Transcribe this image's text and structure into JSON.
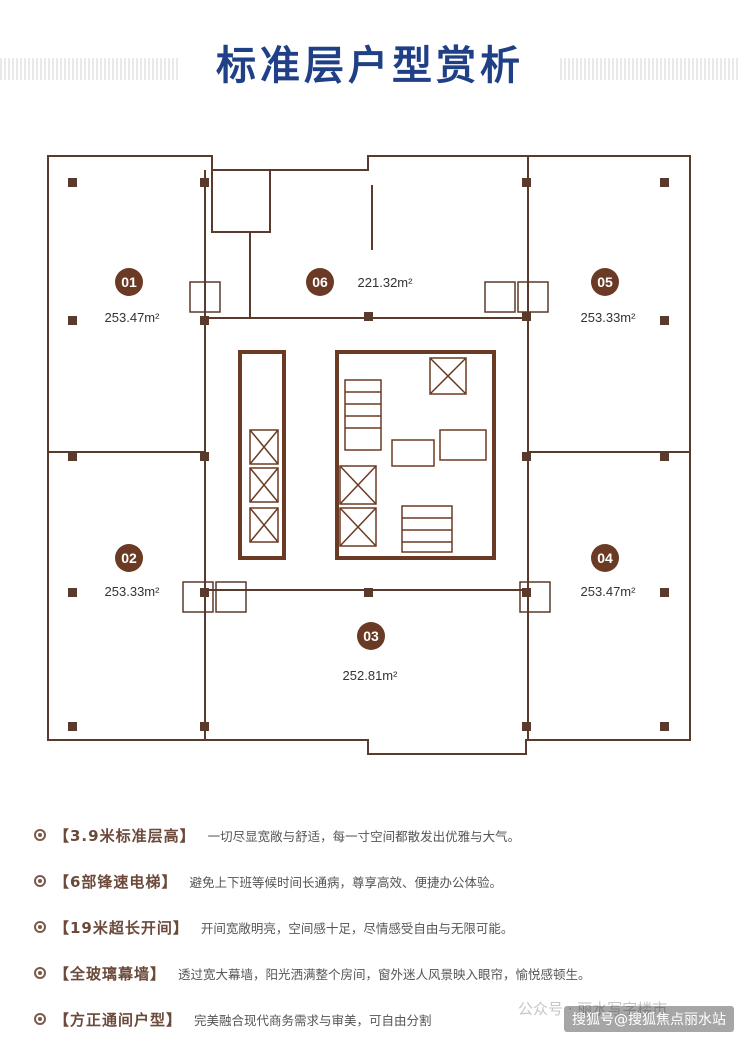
{
  "header": {
    "title": "标准层户型赏析"
  },
  "units": [
    {
      "id": "01",
      "area": "253.47m²"
    },
    {
      "id": "02",
      "area": "253.33m²"
    },
    {
      "id": "03",
      "area": "252.81m²"
    },
    {
      "id": "04",
      "area": "253.47m²"
    },
    {
      "id": "05",
      "area": "253.33m²"
    },
    {
      "id": "06",
      "area": "221.32m²"
    }
  ],
  "colors": {
    "accent": "#6b3a24",
    "title": "#1f3f86",
    "wall": "#5a3a2c"
  },
  "features": [
    {
      "title": "【3.9米标准层高】",
      "desc": "一切尽显宽敞与舒适，每一寸空间都散发出优雅与大气。"
    },
    {
      "title": "【6部锋速电梯】",
      "desc": "避免上下班等候时间长通病，尊享高效、便捷办公体验。"
    },
    {
      "title": "【19米超长开间】",
      "desc": "开间宽敞明亮，空间感十足，尽情感受自由与无限可能。"
    },
    {
      "title": "【全玻璃幕墙】",
      "desc": "透过宽大幕墙，阳光洒满整个房间，窗外迷人风景映入眼帘，愉悦感顿生。"
    },
    {
      "title": "【方正通间户型】",
      "desc": "完美融合现代商务需求与审美，可自由分割"
    }
  ],
  "watermark": {
    "text": "搜狐号@搜狐焦点丽水站",
    "faint": "公众号 · 丽水写字楼市"
  }
}
